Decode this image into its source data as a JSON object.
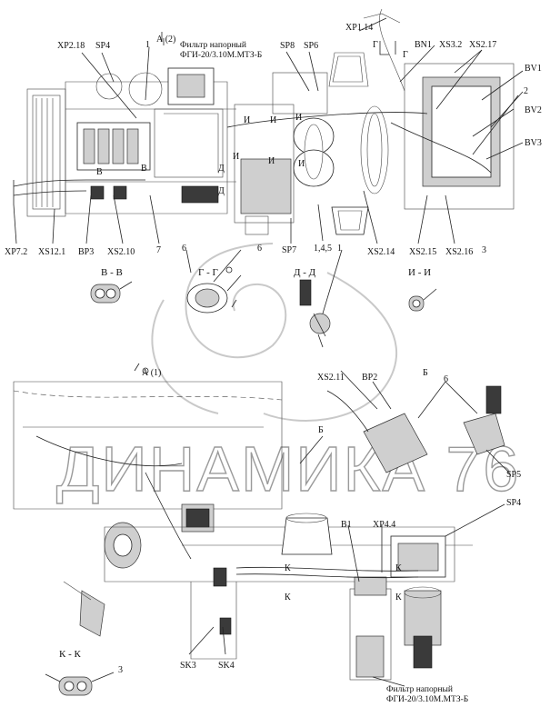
{
  "labels": {
    "xp2_18": "ХР2.18",
    "sp4_top": "SP4",
    "one_top": "1",
    "a2": "А (2)",
    "filter_top_1": "Фильтр напорный",
    "filter_top_2": "ФГИ-20/3.10М.МТЗ-Б",
    "sp8": "SP8",
    "sp6": "SP6",
    "xp1_14": "ХР1.14",
    "g_mark_1": "Г",
    "g_mark_2": "Г",
    "bn1": "BN1",
    "xs3_2": "XS3.2",
    "xs2_17": "XS2.17",
    "bv1": "BV1",
    "two": "2",
    "bv2": "BV2",
    "bv3": "BV3",
    "v_mark_1": "В",
    "v_mark_2": "В",
    "i_mark_1": "И",
    "i_mark_2": "И",
    "i_mark_3": "И",
    "i_mark_4": "И",
    "i_mark_5": "И",
    "i_mark_6": "И",
    "d_mark_1": "Д",
    "d_mark_2": "Д",
    "xp7_2": "ХР7.2",
    "xs12_1": "XS12.1",
    "bp3": "ВР3",
    "xs2_10": "XS2.10",
    "seven": "7",
    "sp7": "SP7",
    "one_four_five": "1,4,5",
    "xs2_14": "XS2.14",
    "xs2_15": "XS2.15",
    "xs2_16": "XS2.16",
    "three_top": "3",
    "six_a": "6",
    "six_b": "6",
    "one_mid": "1",
    "sec_vv": "В - В",
    "sec_gg": "Г - Г",
    "sec_dd": "Д - Д",
    "sec_ii": "И - И",
    "a1": "А (1)",
    "xs2_11": "XS2.11",
    "bp2": "ВР2",
    "b_top": "Б",
    "six_c": "6",
    "b_left": "Б",
    "sp5": "SP5",
    "sp4_bot": "SP4",
    "b1": "В1",
    "xp4_4": "ХР4.4",
    "k_1": "К",
    "k_2": "К",
    "k_3": "К",
    "k_4": "К",
    "sec_kk": "К - К",
    "three_bot": "3",
    "sk3": "SK3",
    "sk4": "SK4",
    "filter_bot_1": "Фильтр напорный",
    "filter_bot_2": "ФГИ-20/3.10М.МТЗ-Б"
  },
  "watermark": "ДИНАМИКА 76"
}
